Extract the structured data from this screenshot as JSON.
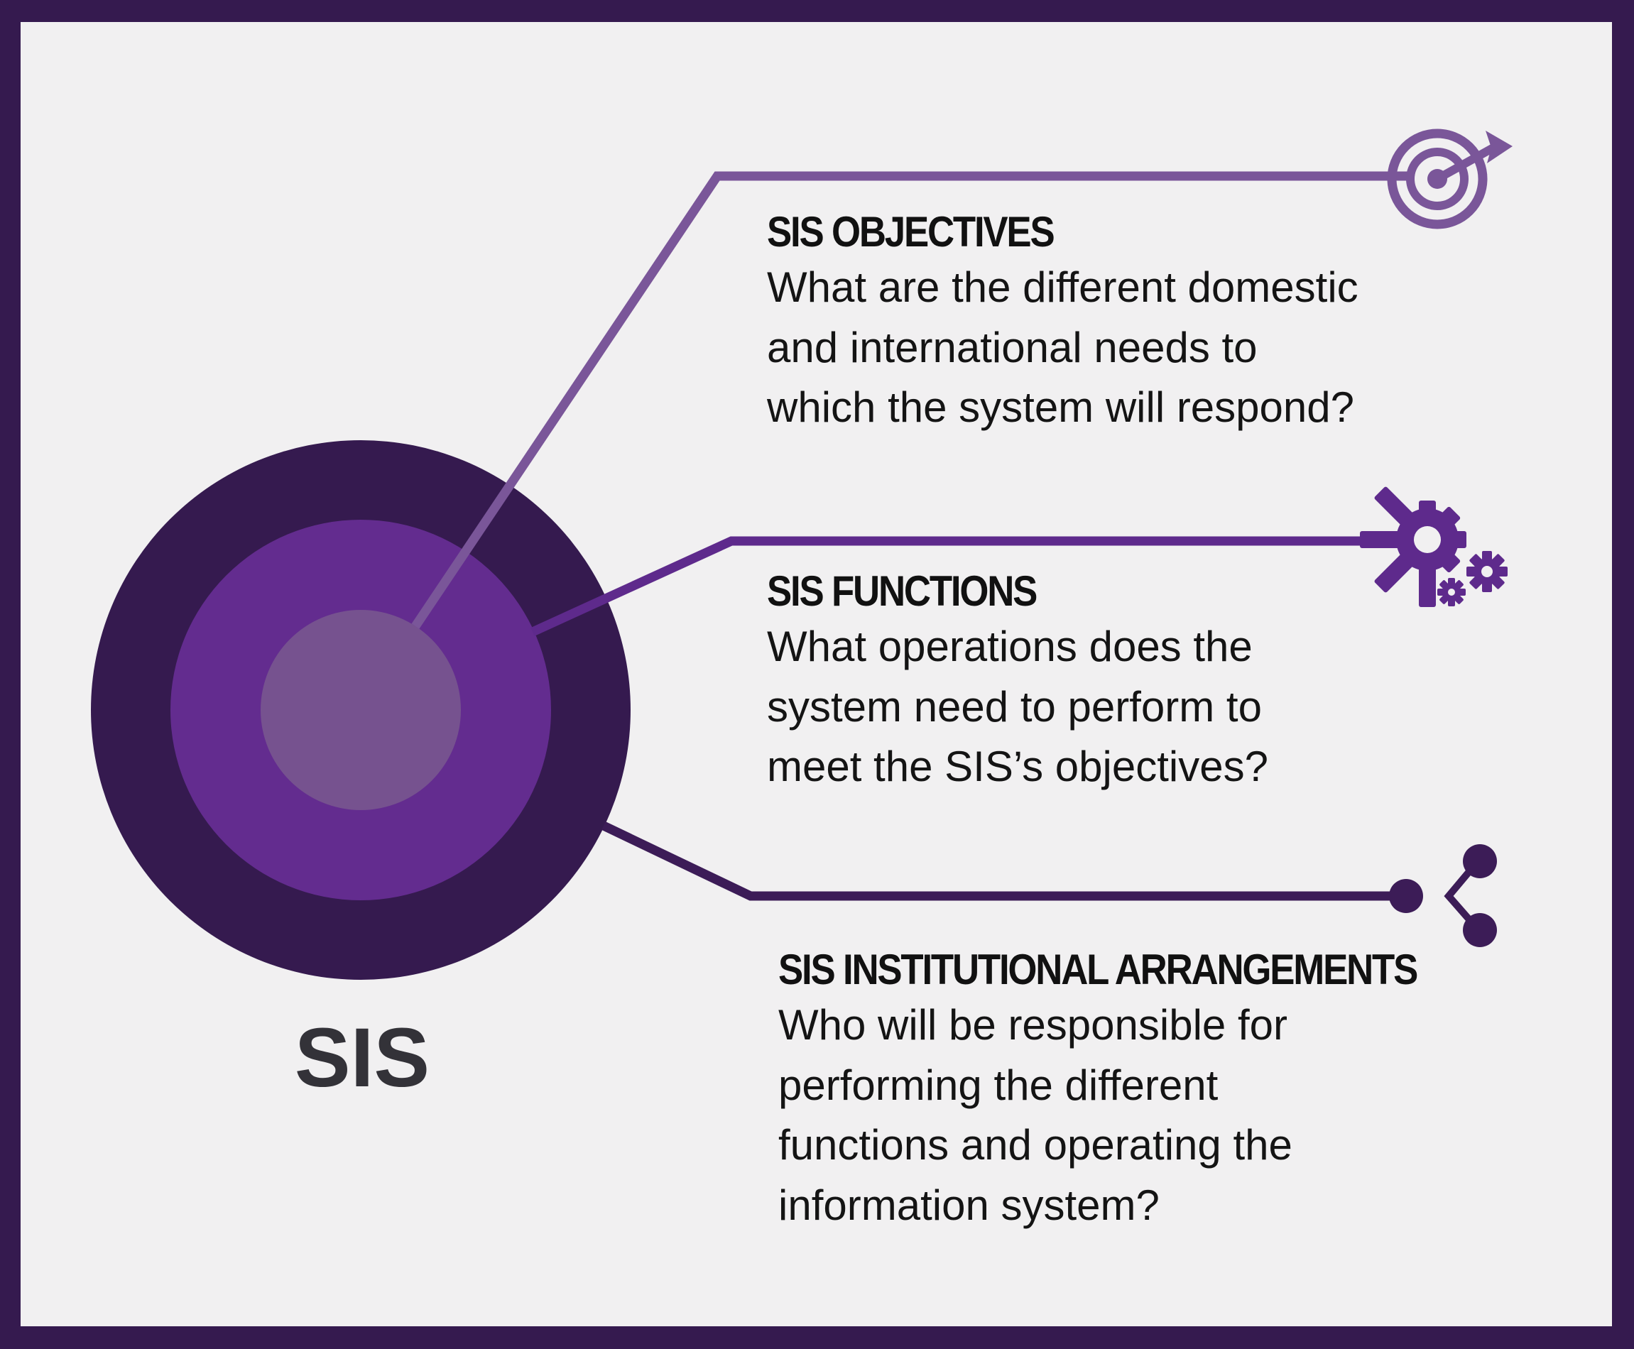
{
  "colors": {
    "frame": "#351a4f",
    "panel": "#f1f0f1",
    "outer_ring": "#351a4f",
    "middle_ring": "#632c8f",
    "inner_circle": "#76528f",
    "objectives_line": "#7a5699",
    "functions_line": "#5e2a8c",
    "institutional_line": "#3c1c57",
    "text": "#141414",
    "center_label": "#333238"
  },
  "center": {
    "label": "SIS"
  },
  "objectives": {
    "icon": "target-icon",
    "heading": "SIS OBJECTIVES",
    "lines": [
      "What are the different domestic",
      "and international needs to",
      "which the system will respond?"
    ]
  },
  "functions": {
    "icon": "gears-icon",
    "heading": "SIS FUNCTIONS",
    "lines": [
      "What operations does the",
      "system need to perform to",
      "meet the SIS’s objectives?"
    ]
  },
  "institutional": {
    "icon": "share-network-icon",
    "heading": "SIS INSTITUTIONAL ARRANGEMENTS",
    "lines": [
      "Who will be responsible for",
      "performing the different",
      "functions and operating the",
      "information system?"
    ]
  }
}
